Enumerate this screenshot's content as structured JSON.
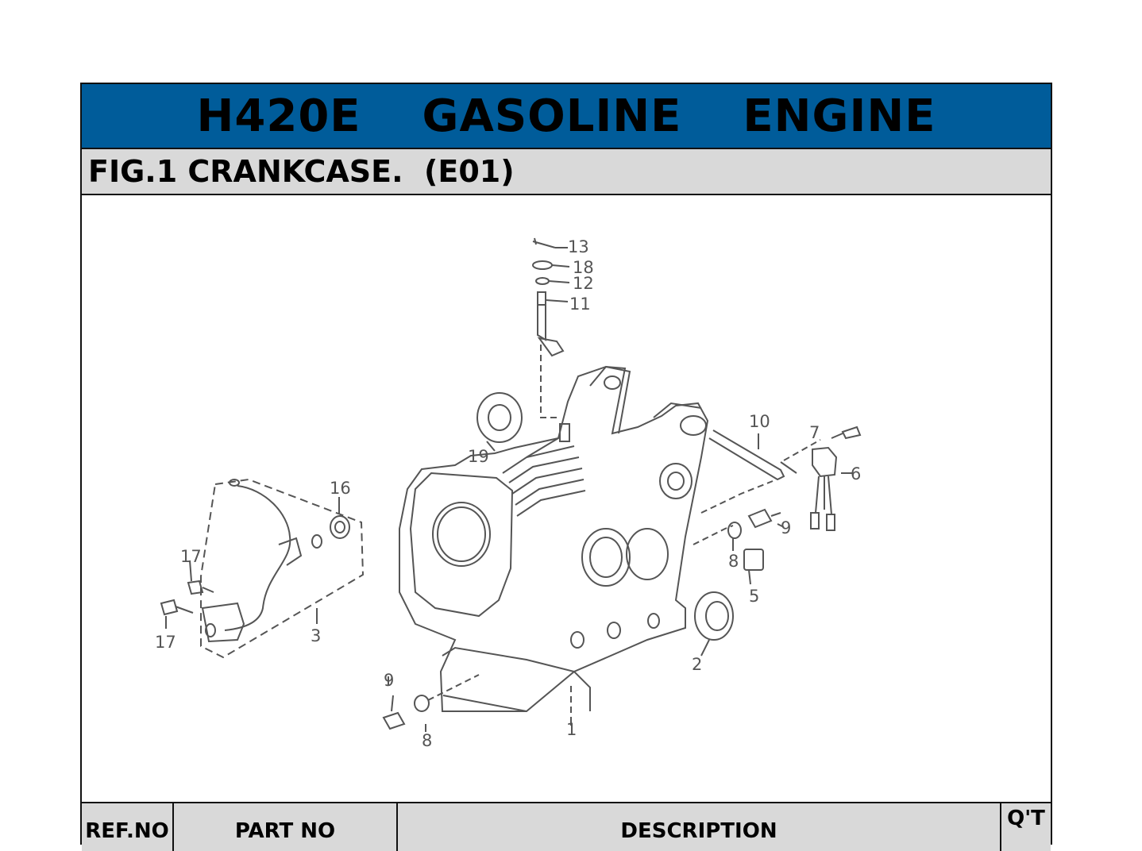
{
  "title": "H420E  GASOLINE  ENGINE",
  "figure": "FIG.1 CRANKCASE.  (E01)",
  "colors": {
    "title_bg": "#005c9a",
    "header_bg": "#d9d9d9",
    "line": "#555555"
  },
  "table": {
    "headers": [
      "REF.NO",
      "PART NO",
      "DESCRIPTION",
      "Q'T"
    ]
  },
  "callouts": [
    "13",
    "18",
    "12",
    "11",
    "10",
    "7",
    "6",
    "19",
    "16",
    "17",
    "17",
    "3",
    "9",
    "8",
    "5",
    "2",
    "9",
    "8",
    "1"
  ]
}
